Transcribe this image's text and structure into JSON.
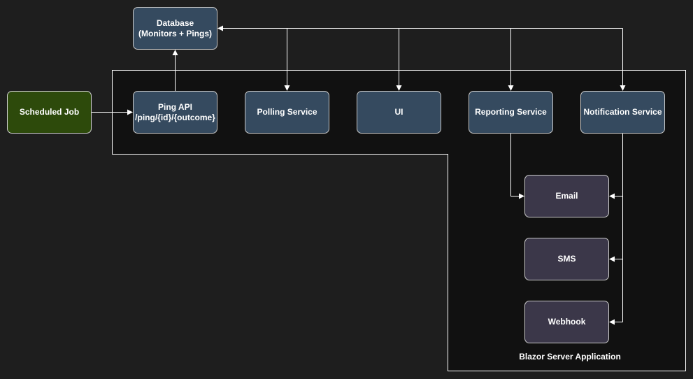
{
  "diagram": {
    "boundary_label": "Blazor Server Application",
    "nodes": {
      "database": "Database\n(Monitors + Pings)",
      "scheduled_job": "Scheduled Job",
      "ping_api": "Ping API\n/ping/{id}/{outcome}",
      "polling_service": "Polling Service",
      "ui": "UI",
      "reporting_service": "Reporting Service",
      "notification_service": "Notification Service",
      "email": "Email",
      "sms": "SMS",
      "webhook": "Webhook"
    },
    "edges": [
      {
        "from": "scheduled_job",
        "to": "ping_api"
      },
      {
        "from": "ping_api",
        "to": "database"
      },
      {
        "from": "database",
        "to": "polling_service"
      },
      {
        "from": "database",
        "to": "ui"
      },
      {
        "from": "database",
        "to": "reporting_service"
      },
      {
        "from": "database",
        "to": "notification_service"
      },
      {
        "from": "reporting_service",
        "to": "email"
      },
      {
        "from": "notification_service",
        "to": "email"
      },
      {
        "from": "notification_service",
        "to": "sms"
      },
      {
        "from": "notification_service",
        "to": "webhook"
      }
    ]
  },
  "colors": {
    "background": "#1e1e1e",
    "boundary_fill": "#111111",
    "line": "#ffffff",
    "service_fill": "#354a5f",
    "channel_fill": "#3b3749",
    "job_fill": "#2d4a0b"
  }
}
